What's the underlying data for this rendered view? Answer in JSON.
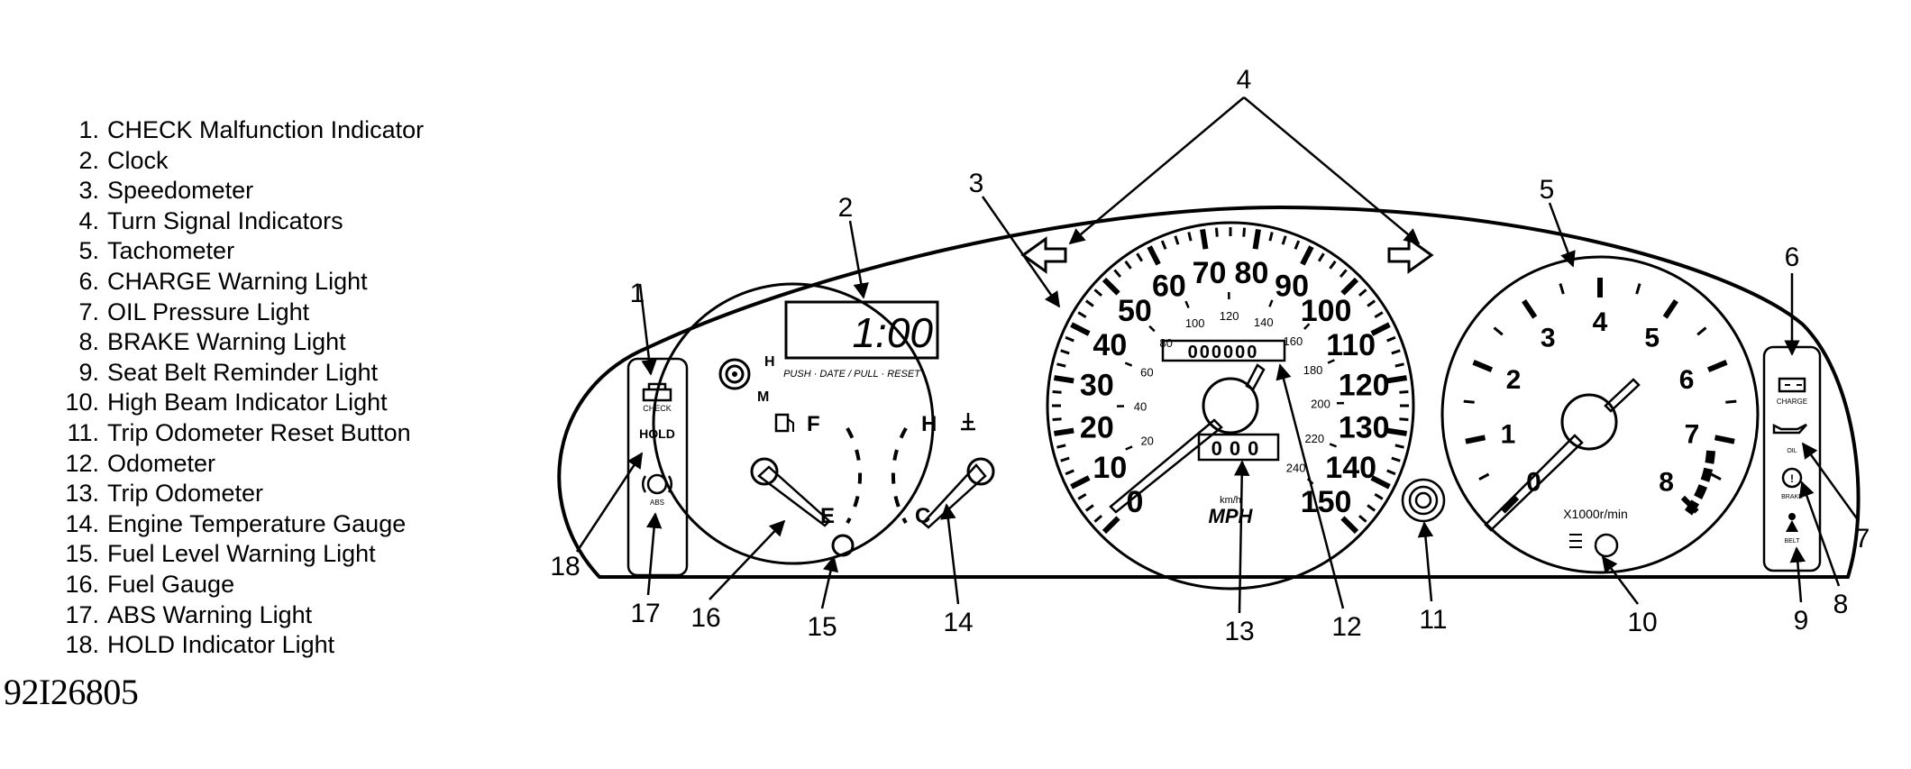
{
  "legend": [
    {
      "num": "1.",
      "label": "CHECK Malfunction Indicator"
    },
    {
      "num": "2.",
      "label": "Clock"
    },
    {
      "num": "3.",
      "label": "Speedometer"
    },
    {
      "num": "4.",
      "label": "Turn Signal Indicators"
    },
    {
      "num": "5.",
      "label": "Tachometer"
    },
    {
      "num": "6.",
      "label": "CHARGE Warning Light"
    },
    {
      "num": "7.",
      "label": "OIL Pressure Light"
    },
    {
      "num": "8.",
      "label": "BRAKE Warning Light"
    },
    {
      "num": "9.",
      "label": "Seat Belt Reminder Light"
    },
    {
      "num": "10.",
      "label": "High Beam Indicator Light"
    },
    {
      "num": "11.",
      "label": "Trip Odometer Reset Button"
    },
    {
      "num": "12.",
      "label": "Odometer"
    },
    {
      "num": "13.",
      "label": "Trip Odometer"
    },
    {
      "num": "14.",
      "label": "Engine Temperature Gauge"
    },
    {
      "num": "15.",
      "label": "Fuel Level Warning Light"
    },
    {
      "num": "16.",
      "label": "Fuel Gauge"
    },
    {
      "num": "17.",
      "label": "ABS Warning Light"
    },
    {
      "num": "18.",
      "label": "HOLD Indicator Light"
    }
  ],
  "figure_code": "92I26805",
  "callouts": [
    "1",
    "2",
    "3",
    "4",
    "5",
    "6",
    "7",
    "8",
    "9",
    "10",
    "11",
    "12",
    "13",
    "14",
    "15",
    "16",
    "17",
    "18"
  ],
  "left_panel": {
    "check": "CHECK",
    "hold": "HOLD",
    "abs": "ABS"
  },
  "clock": {
    "time": "1:00",
    "caption": "PUSH · DATE / PULL · RESET",
    "h_label": "H",
    "m_label": "M"
  },
  "fuel_gauge": {
    "full": "F",
    "empty": "E"
  },
  "temp_gauge": {
    "hot": "H",
    "cold": "C"
  },
  "speedometer": {
    "mph_labels": [
      "0",
      "10",
      "20",
      "30",
      "40",
      "50",
      "60",
      "70",
      "80",
      "90",
      "100",
      "110",
      "120",
      "130",
      "140",
      "150"
    ],
    "kmh_labels": [
      "20",
      "40",
      "60",
      "80",
      "100",
      "120",
      "140",
      "160",
      "180",
      "200",
      "220",
      "240"
    ],
    "odometer": "000000",
    "trip": "000",
    "unit_kmh": "km/h",
    "unit_mph": "MPH"
  },
  "tachometer": {
    "labels": [
      "0",
      "1",
      "2",
      "3",
      "4",
      "5",
      "6",
      "7",
      "8"
    ],
    "unit": "X1000r/min"
  },
  "right_panel": {
    "charge": "CHARGE",
    "oil": "OIL",
    "brake": "BRAKE",
    "belt": "BELT"
  }
}
